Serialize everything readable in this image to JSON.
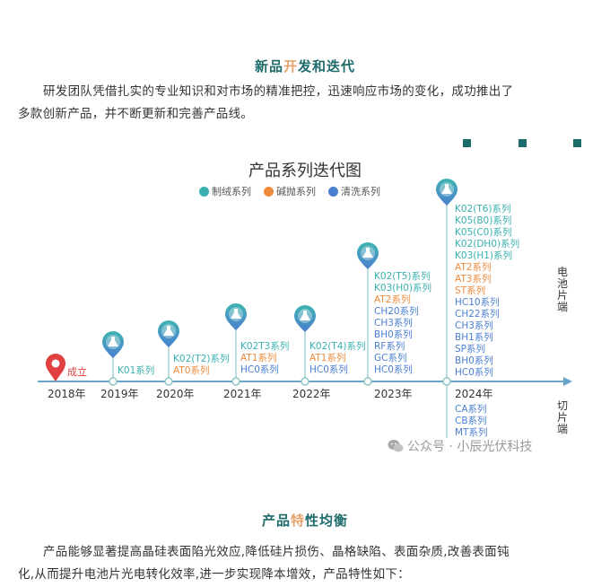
{
  "section1": {
    "heading_pre": "新品",
    "heading_hl": "开",
    "heading_post": "发和迭代",
    "para_line1": "研发团队凭借扎实的专业知识和对市场的精准把控，迅速响应市场的变化，成功推出了",
    "para_line2": "多款创新产品，并不断更新和完善产品线。"
  },
  "chart": {
    "title": "产品系列迭代图",
    "legend": [
      "制绒系列",
      "碱抛系列",
      "清洗系列"
    ],
    "years": [
      "2018年",
      "2019年",
      "2020年",
      "2021年",
      "2022年",
      "2023年",
      "2024年"
    ],
    "start_label": "成立",
    "side_top": "电池片端",
    "side_bottom": "切片端",
    "y2019": {
      "zr": [
        "K01系列"
      ],
      "jp": [],
      "qx": []
    },
    "y2020": {
      "zr": [
        "K02(T2)系列"
      ],
      "jp": [
        "AT0系列"
      ],
      "qx": []
    },
    "y2021": {
      "zr": [
        "K02T3系列"
      ],
      "jp": [
        "AT1系列"
      ],
      "qx": [
        "HC0系列"
      ]
    },
    "y2022": {
      "zr": [
        "K02(T4)系列"
      ],
      "jp": [
        "AT1系列"
      ],
      "qx": [
        "HC0系列"
      ]
    },
    "y2023": {
      "zr": [
        "K02(T5)系列",
        "K03(H0)系列"
      ],
      "jp": [
        "AT2系列"
      ],
      "qx": [
        "CH20系列",
        "CH3系列",
        "BH0系列",
        "RF系列",
        "GC系列",
        "HC0系列"
      ]
    },
    "y2024": {
      "zr": [
        "K02(T6)系列",
        "K05(B0)系列",
        "K05(C0)系列",
        "K02(DH0)系列",
        "K03(H1)系列"
      ],
      "jp": [
        "AT2系列",
        "AT3系列",
        "ST系列"
      ],
      "qx": [
        "HC10系列",
        "CH22系列",
        "CH3系列",
        "BH1系列",
        "SP系列",
        "BH0系列",
        "HC0系列"
      ]
    },
    "below2024": [
      "CA系列",
      "CB系列",
      "MT系列"
    ],
    "colors": {
      "zr": "#3ab0b0",
      "jp": "#ef8a3c",
      "qx": "#4a7fd0",
      "start": "#e04040",
      "axis": "#6aa3c8"
    }
  },
  "watermark": "公众号 · 小辰光伏科技",
  "section2": {
    "heading_pre": "产品",
    "heading_hl": "特",
    "heading_post": "性均衡",
    "para_line1": "产品能够显著提高晶硅表面陷光效应,降低硅片损伤、晶格缺陷、表面杂质,改善表面钝",
    "para_line2": "化,从而提升电池片光电转化效率,进一步实现降本增效，产品特性如下："
  }
}
